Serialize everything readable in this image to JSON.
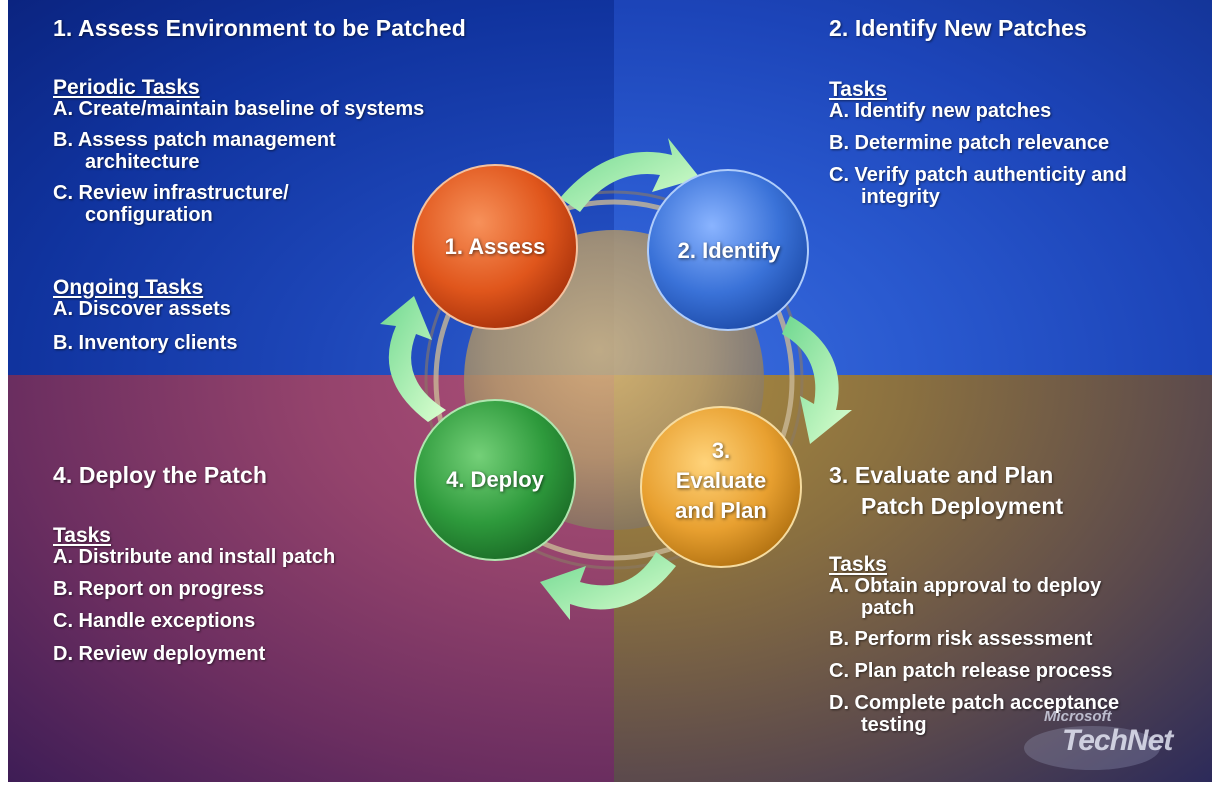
{
  "quadrants": {
    "assess": {
      "heading": "1. Assess Environment to be Patched",
      "periodic_title": "Periodic Tasks",
      "periodic": [
        {
          "first": "A. Create/maintain baseline of systems",
          "second": ""
        },
        {
          "first": "B. Assess patch management",
          "second": "architecture"
        },
        {
          "first": "C. Review infrastructure/",
          "second": "configuration"
        }
      ],
      "ongoing_title": "Ongoing Tasks",
      "ongoing": [
        {
          "first": "A. Discover assets"
        },
        {
          "first": "B. Inventory clients"
        }
      ]
    },
    "identify": {
      "heading": "2. Identify New Patches",
      "tasks_title": "Tasks",
      "tasks": [
        {
          "first": "A. Identify new patches",
          "second": ""
        },
        {
          "first": "B. Determine patch relevance",
          "second": ""
        },
        {
          "first": "C. Verify patch authenticity and",
          "second": "integrity"
        }
      ]
    },
    "evaluate": {
      "heading_line1": "3. Evaluate and Plan",
      "heading_line2": "Patch Deployment",
      "tasks_title": "Tasks",
      "tasks": [
        {
          "first": "A. Obtain approval to deploy",
          "second": "patch"
        },
        {
          "first": "B. Perform risk assessment",
          "second": ""
        },
        {
          "first": "C. Plan patch release process",
          "second": ""
        },
        {
          "first": "D. Complete patch acceptance",
          "second": "testing"
        }
      ]
    },
    "deploy": {
      "heading": "4. Deploy the Patch",
      "tasks_title": "Tasks",
      "tasks": [
        {
          "first": "A. Distribute and install patch"
        },
        {
          "first": "B. Report on progress"
        },
        {
          "first": "C. Handle exceptions"
        },
        {
          "first": "D. Review deployment"
        }
      ]
    }
  },
  "cycle": {
    "assess": "1.  Assess",
    "identify": "2.  Identify",
    "evaluate_line1": "3.",
    "evaluate_line2": "Evaluate",
    "evaluate_line3": "and Plan",
    "deploy": "4.  Deploy"
  },
  "logo": {
    "microsoft": "Microsoft",
    "technet": "TechNet"
  },
  "colors": {
    "assess": "#e0561c",
    "identify": "#3a72d8",
    "evaluate": "#e8a030",
    "deploy": "#2e9a3c",
    "arrow": "#9ef09a"
  }
}
